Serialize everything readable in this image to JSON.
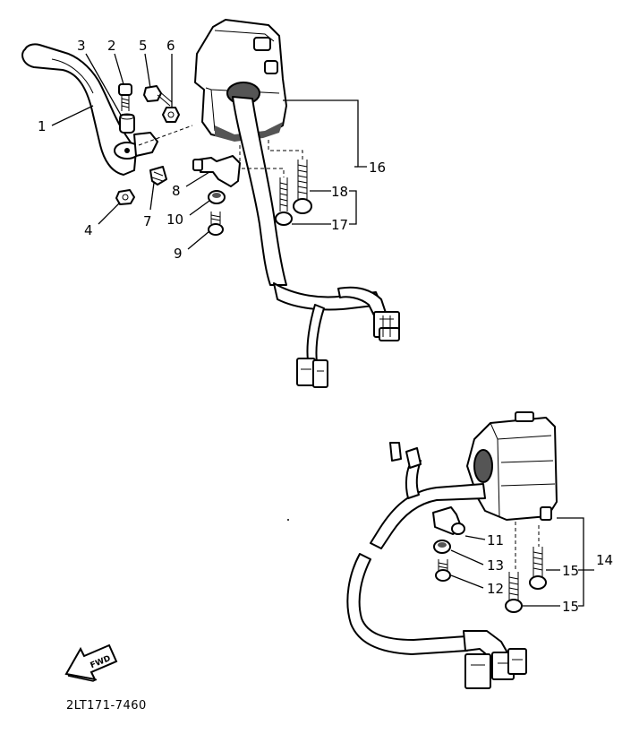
{
  "labels": {
    "p1": "1",
    "p2": "2",
    "p3": "3",
    "p4": "4",
    "p5": "5",
    "p6": "6",
    "p7": "7",
    "p8": "8",
    "p9": "9",
    "p10": "10",
    "p11": "11",
    "p12": "12",
    "p13": "13",
    "p14": "14",
    "p15a": "15",
    "p15b": "15",
    "p16": "16",
    "p17": "17",
    "p18": "18"
  },
  "forward_mark": "FWD",
  "diagram_code": "2LT171-7460"
}
